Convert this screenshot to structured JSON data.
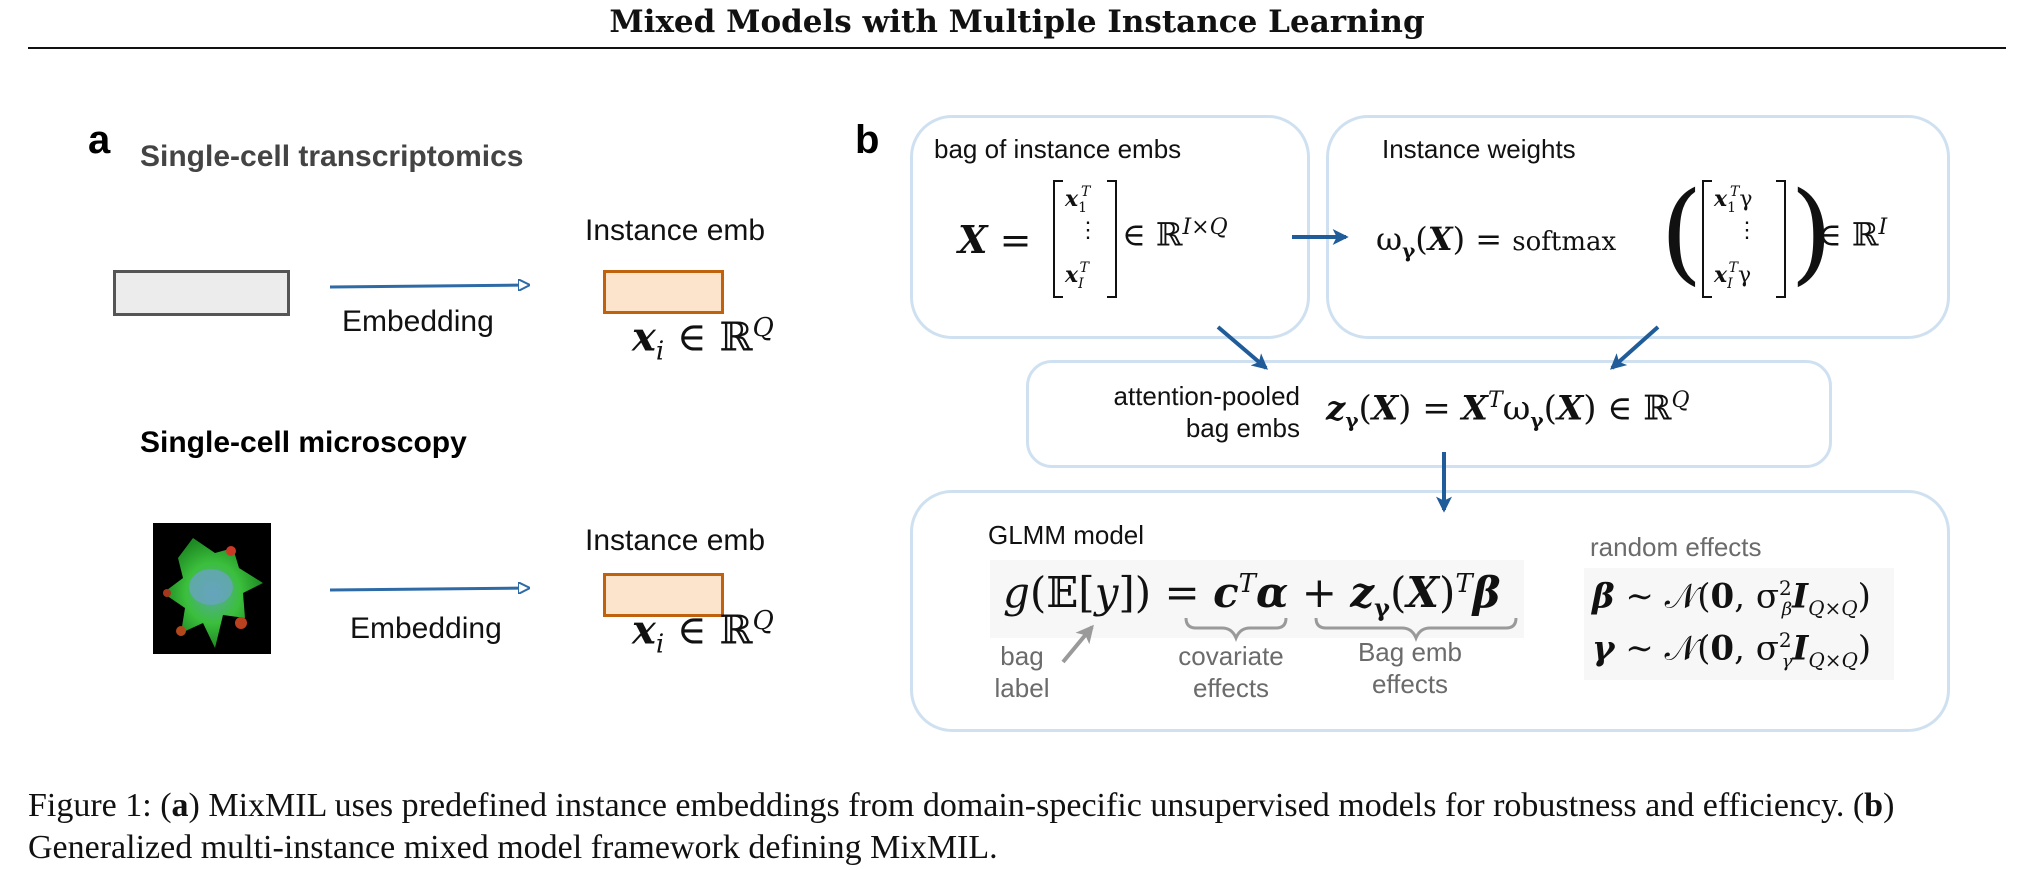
{
  "title": "Mixed Models with Multiple Instance Learning",
  "panel_a": {
    "letter": "a",
    "transcriptomics_heading": "Single-cell transcriptomics",
    "microscopy_heading": "Single-cell microscopy",
    "instance_emb_label_1": "Instance emb",
    "instance_emb_label_2": "Instance emb",
    "embedding_label_1": "Embedding",
    "embedding_label_2": "Embedding",
    "xi_formula_1": "𝒙ᵢ ∈ ℝ^Q",
    "xi_formula_2": "𝒙ᵢ ∈ ℝ^Q"
  },
  "panel_b": {
    "letter": "b",
    "bag_box_label": "bag of instance embs",
    "bag_formula_lhs": "𝑿 =",
    "bag_formula_rhs": "∈ ℝ^(I×Q)",
    "bag_matrix_rows": [
      "𝒙₁ᵀ",
      "⋮",
      "𝒙_Iᵀ"
    ],
    "weights_box_label": "Instance weights",
    "weights_formula_lhs": "ω_𝜸(𝑿) = softmax",
    "weights_formula_rhs": "∈ ℝ^I",
    "weights_matrix_rows": [
      "𝒙₁ᵀ𝜸",
      "⋮",
      "𝒙_Iᵀ𝜸"
    ],
    "pooled_label_line1": "attention-pooled",
    "pooled_label_line2": "bag embs",
    "pooled_formula": "𝒛_𝜸(𝑿) = 𝑿ᵀ ω_𝜸(𝑿) ∈ ℝ^Q",
    "glmm_label": "GLMM model",
    "glmm_formula": "g(𝔼[y]) = 𝒄ᵀ𝜶 + 𝒛_𝜸(𝑿)ᵀ𝜷",
    "bag_label_line1": "bag",
    "bag_label_line2": "label",
    "covariate_line1": "covariate",
    "covariate_line2": "effects",
    "bagemb_line1": "Bag emb",
    "bagemb_line2": "effects",
    "random_effects_label": "random effects",
    "beta_prior": "𝜷 ∼ 𝒩(𝟎, σ²_β 𝑰_Q×Q)",
    "gamma_prior": "𝜸 ∼ 𝒩(𝟎, σ²_γ 𝑰_Q×Q)"
  },
  "caption": {
    "prefix": "Figure 1: (",
    "a_bold": "a",
    "a_text": ") MixMIL uses predefined instance embeddings from domain-specific unsupervised models for robustness and efficiency. (",
    "b_bold": "b",
    "b_text": ") Generalized multi-instance mixed model framework defining MixMIL."
  },
  "colors": {
    "accent_orange": "#c0610e",
    "accent_blue": "#2d6aa6",
    "box_border": "#cfe1f1",
    "arrow_blue": "#1f5c99"
  }
}
